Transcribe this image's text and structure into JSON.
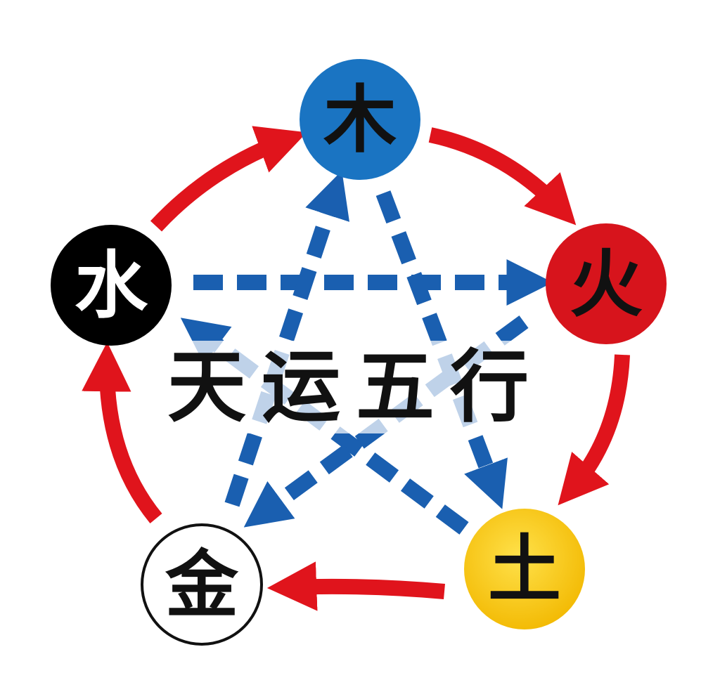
{
  "title": "天运五行",
  "elements": [
    {
      "id": "wood",
      "label": "木",
      "fill": "#1a74c2",
      "text_color": "#111111",
      "stroke": "#1a74c2"
    },
    {
      "id": "fire",
      "label": "火",
      "fill": "#d7141c",
      "text_color": "#111111",
      "stroke": "#d7141c"
    },
    {
      "id": "earth",
      "label": "土",
      "fill": "#f5c518",
      "text_color": "#111111",
      "stroke": "#f5c518"
    },
    {
      "id": "metal",
      "label": "金",
      "fill": "#ffffff",
      "text_color": "#111111",
      "stroke": "#111111"
    },
    {
      "id": "water",
      "label": "水",
      "fill": "#000000",
      "text_color": "#ffffff",
      "stroke": "#000000"
    }
  ],
  "generating_cycle": {
    "color": "#e0141c",
    "order": [
      "wood",
      "fire",
      "earth",
      "metal",
      "water"
    ]
  },
  "controlling_cycle": {
    "color": "#1a5fb0",
    "order": [
      "wood",
      "earth",
      "water",
      "fire",
      "metal"
    ]
  }
}
